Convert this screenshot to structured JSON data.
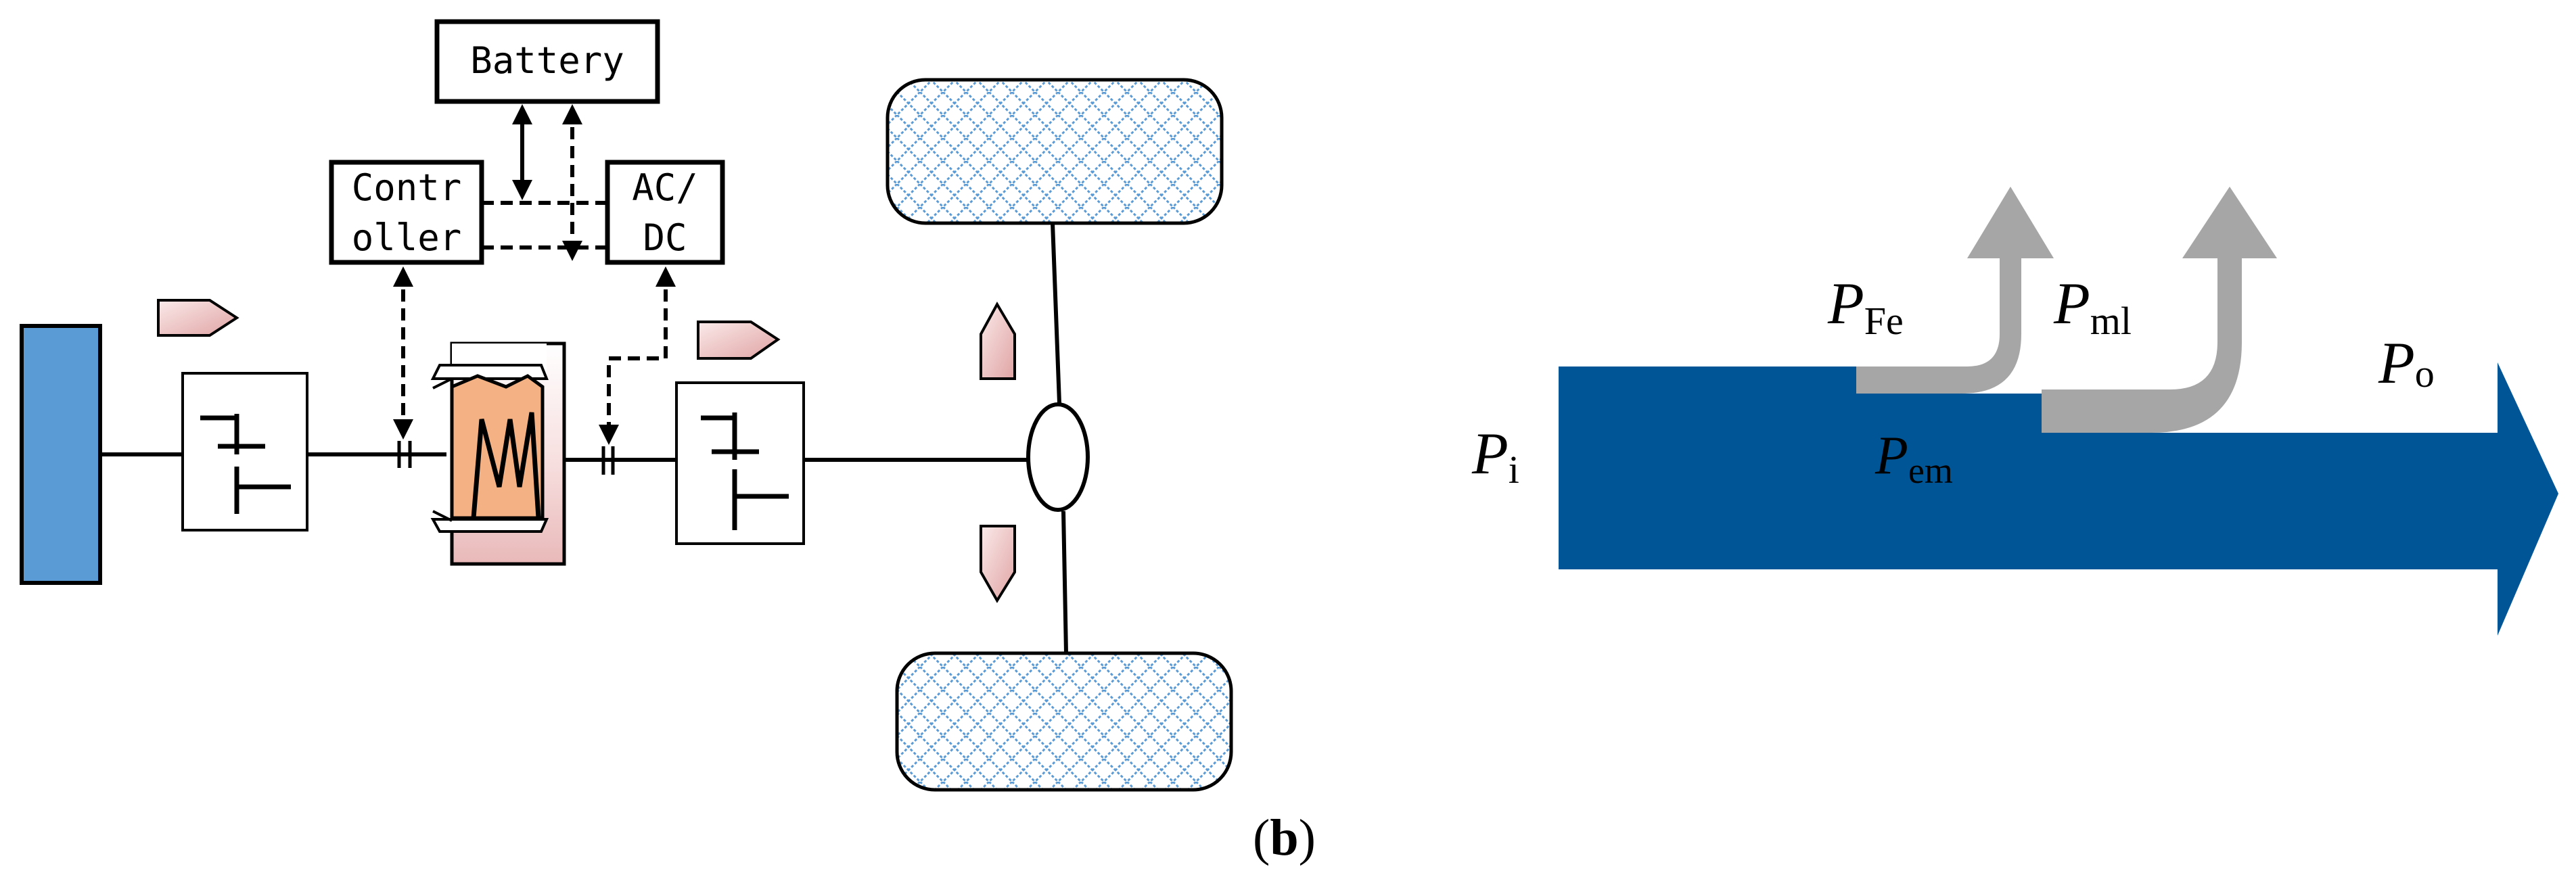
{
  "left_diagram": {
    "battery_label": "Battery",
    "controller_label_line1": "Contr",
    "controller_label_line2": "oller",
    "acdc_label_line1": "AC/",
    "acdc_label_line2": "DC"
  },
  "right_diagram": {
    "input_power": {
      "symbol": "P",
      "subscript": "i"
    },
    "em_power": {
      "symbol": "P",
      "subscript": "em"
    },
    "iron_loss": {
      "symbol": "P",
      "subscript": "Fe"
    },
    "mech_loss": {
      "symbol": "P",
      "subscript": "ml"
    },
    "output_power": {
      "symbol": "P",
      "subscript": "o"
    }
  },
  "caption": {
    "open": "(",
    "letter": "b",
    "close": ")"
  },
  "colors": {
    "engine_block": "#5b9bd5",
    "flow_arrow": "#005596",
    "loss_arrow": "#a6a6a6",
    "motor_core": "#f4b183",
    "direction_marker": "#e8b4b4",
    "wheel_pattern": "#5b9bd5"
  }
}
